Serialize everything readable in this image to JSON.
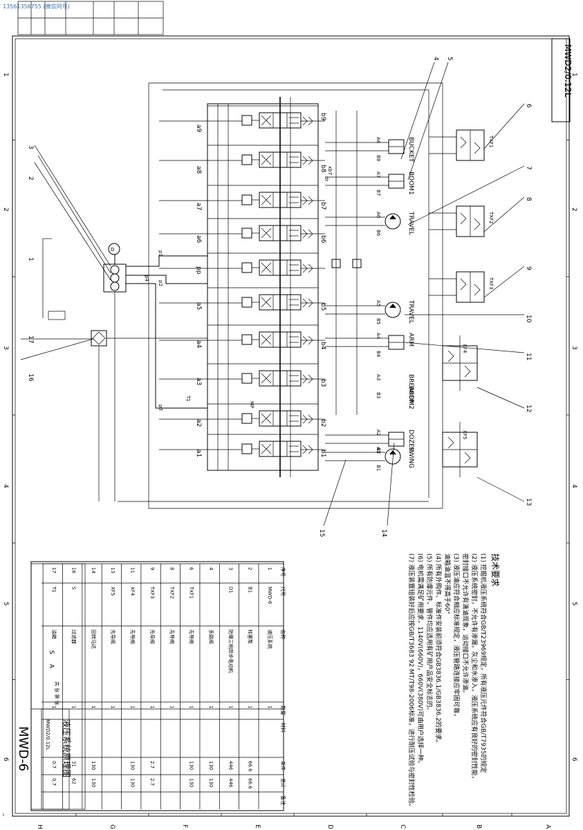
{
  "watermark": "13561356755 (微信同号)",
  "drawing_number": "MWD2/0.12L",
  "drawing_code": "MWD-6",
  "title": "液压系统原理图",
  "tech_title": "技术要求",
  "tech_notes": [
    "(1) 挖掘机液压系统符合GB/T23969规定，所有液压元件符合GB/T7935的规定",
    "(2) 液压系统密封，不允许有渗漏，灰尘和水渗入，液压系统应有良好的密封性能，",
    "密封接口不允许有滴油现象，运动接口不允许渗油。",
    "(3) 液压油应符合相应标准规定，液压管路连接应牢固可靠，",
    "油箱油温不得高于60°",
    "(4) 所有外购件、标准件安装前须符合GB3836.1/GB3836.2的要求。",
    "(5) 所有防爆元件，管件均应选用有矿用产品安全标志的。",
    "(6) 电机需满足矿用要求，1140V(660V)，660V(380V)可由用户选择一种。",
    "(7) 液压装置组装好后应按GB/T3683 92 MT/T98-2006标准，进行耐压试验与密封性检验。"
  ],
  "grid_cols": [
    "1",
    "2",
    "3",
    "4",
    "5",
    "6"
  ],
  "grid_rows": [
    "A",
    "B",
    "C",
    "D",
    "E",
    "F",
    "G",
    "H"
  ],
  "callouts": [
    "1",
    "2",
    "3",
    "4",
    "5",
    "6",
    "7",
    "8",
    "9",
    "10",
    "11",
    "12",
    "13",
    "14",
    "15",
    "16",
    "17"
  ],
  "valve_ports_left": [
    "a9",
    "a8",
    "a7",
    "a6",
    "pp",
    "a5",
    "a4",
    "a3",
    "a2",
    "a1"
  ],
  "valve_ports_right": [
    "b9",
    "b8",
    "b7",
    "b6",
    "b5",
    "b4",
    "b3",
    "b2",
    "b1"
  ],
  "pump_ports": [
    "p1",
    "p2",
    "p3",
    "p4",
    "T1",
    "dr",
    "xb7",
    "MP"
  ],
  "actuators": [
    {
      "port_a": "A8",
      "port_b": "B8",
      "name": "BUCKET"
    },
    {
      "port_a": "A7",
      "port_b": "B7",
      "name": "BOOM1"
    },
    {
      "port_a": "A6",
      "port_b": "B6",
      "name": "TRAVEL"
    },
    {
      "port_a": "A5",
      "port_b": "B5",
      "name": "TRAVEL"
    },
    {
      "port_a": "A4",
      "port_b": "B4",
      "name": "ARM"
    },
    {
      "port_a": "A3",
      "port_b": "B3",
      "name": "BREAKER"
    },
    {
      "port_a": "",
      "port_b": "",
      "name": "BOOM2"
    },
    {
      "port_a": "A2",
      "port_b": "B2",
      "name": "DOZER"
    },
    {
      "port_a": "A1",
      "port_b": "B1",
      "name": "SWING"
    }
  ],
  "pilot_valves": [
    "TXF1",
    "TXF2",
    "TXF3",
    "XF4",
    "XF5"
  ],
  "parts_table": {
    "headers": [
      "序号",
      "代号",
      "名称",
      "数量",
      "材料",
      "单件",
      "总计",
      "备注"
    ],
    "rows": [
      {
        "no": "1",
        "code": "MWD-6",
        "name": "液压系统",
        "qty": "1",
        "unit": "",
        "total": ""
      },
      {
        "no": "2",
        "code": "B1",
        "name": "柱塞泵",
        "qty": "1",
        "unit": "66.6",
        "total": "66.6"
      },
      {
        "no": "3",
        "code": "D1",
        "name": "防爆三相异步电动机",
        "qty": "1",
        "unit": "446",
        "total": "446"
      },
      {
        "no": "4",
        "code": "",
        "name": "多路阀",
        "qty": "1",
        "unit": "130",
        "total": "130"
      },
      {
        "no": "6",
        "code": "TXF1",
        "name": "先导阀",
        "qty": "1",
        "unit": "130",
        "total": "130"
      },
      {
        "no": "8",
        "code": "TXF2",
        "name": "先导阀",
        "qty": "1",
        "unit": "",
        "total": ""
      },
      {
        "no": "9",
        "code": "TXF3",
        "name": "先导阀",
        "qty": "1",
        "unit": "2.7",
        "total": "2.7"
      },
      {
        "no": "11",
        "code": "XF4",
        "name": "先导阀",
        "qty": "1",
        "unit": "130",
        "total": "130"
      },
      {
        "no": "13",
        "code": "XF5",
        "name": "先导阀",
        "qty": "1",
        "unit": "",
        "total": ""
      },
      {
        "no": "14",
        "code": "",
        "name": "回转马达",
        "qty": "1",
        "unit": "130",
        "total": "130"
      },
      {
        "no": "16",
        "code": "S",
        "name": "过滤器",
        "qty": "1",
        "unit": "31",
        "total": "62"
      },
      {
        "no": "17",
        "code": "T1",
        "name": "油箱",
        "qty": "1",
        "unit": "0.7",
        "total": "0.7"
      }
    ]
  },
  "title_block": {
    "scale_code": "S",
    "sheet_code": "A",
    "sheet_label": "共  张  第  张"
  }
}
